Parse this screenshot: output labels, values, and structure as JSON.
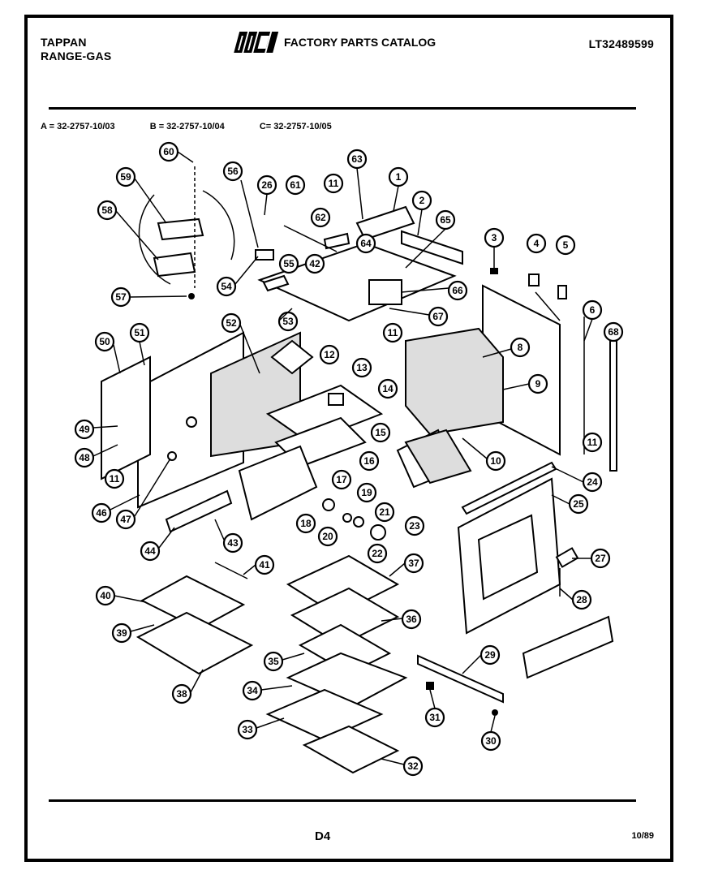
{
  "header": {
    "brand": "TAPPAN",
    "product": "RANGE-GAS",
    "logo_text": "WCI",
    "catalog_title": "FACTORY PARTS CATALOG",
    "model_number": "LT32489599"
  },
  "models": [
    {
      "label": "A = 32-2757-10/03"
    },
    {
      "label": "B = 32-2757-10/04"
    },
    {
      "label": "C= 32-2757-10/05"
    }
  ],
  "callouts": [
    "1",
    "2",
    "3",
    "4",
    "5",
    "6",
    "8",
    "9",
    "10",
    "11",
    "12",
    "13",
    "14",
    "15",
    "16",
    "17",
    "18",
    "19",
    "20",
    "21",
    "22",
    "23",
    "24",
    "25",
    "26",
    "27",
    "28",
    "29",
    "30",
    "31",
    "32",
    "33",
    "34",
    "35",
    "36",
    "37",
    "38",
    "39",
    "40",
    "41",
    "43",
    "44",
    "46",
    "47",
    "48",
    "49",
    "50",
    "51",
    "52",
    "53",
    "54",
    "55",
    "56",
    "57",
    "58",
    "59",
    "60",
    "61",
    "62",
    "63",
    "64",
    "65",
    "66",
    "67",
    "68",
    "42"
  ],
  "footer": {
    "page_code": "D4",
    "date": "10/89"
  }
}
